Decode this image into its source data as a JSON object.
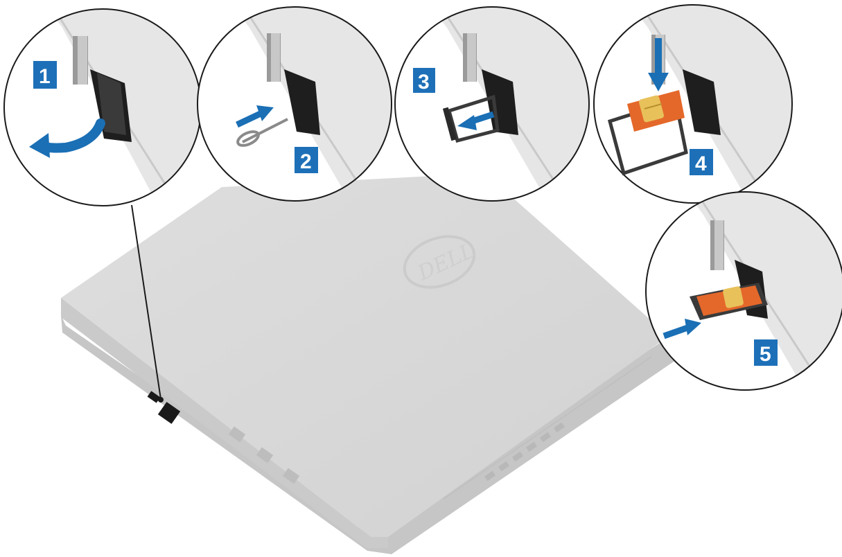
{
  "illustration": {
    "logo_text": "DELL",
    "colors": {
      "laptop": "#d9d9d9",
      "laptop_edge": "#c7c7c7",
      "accent_blue": "#1a6fb5",
      "badge_blue": "#1d70b8",
      "sim_orange": "#e4682a",
      "sim_chip": "#e8c15b",
      "outline": "#1a1a1a"
    }
  },
  "steps": [
    {
      "number": "1",
      "icon": "rotate-arrow-icon",
      "action": "open-port-cover"
    },
    {
      "number": "2",
      "icon": "eject-pin-icon",
      "action": "insert-eject-pin"
    },
    {
      "number": "3",
      "icon": "tray-out-arrow-icon",
      "action": "remove-sim-tray"
    },
    {
      "number": "4",
      "icon": "sim-card-icon",
      "action": "place-sim-card"
    },
    {
      "number": "5",
      "icon": "tray-in-arrow-icon",
      "action": "insert-sim-tray"
    }
  ]
}
